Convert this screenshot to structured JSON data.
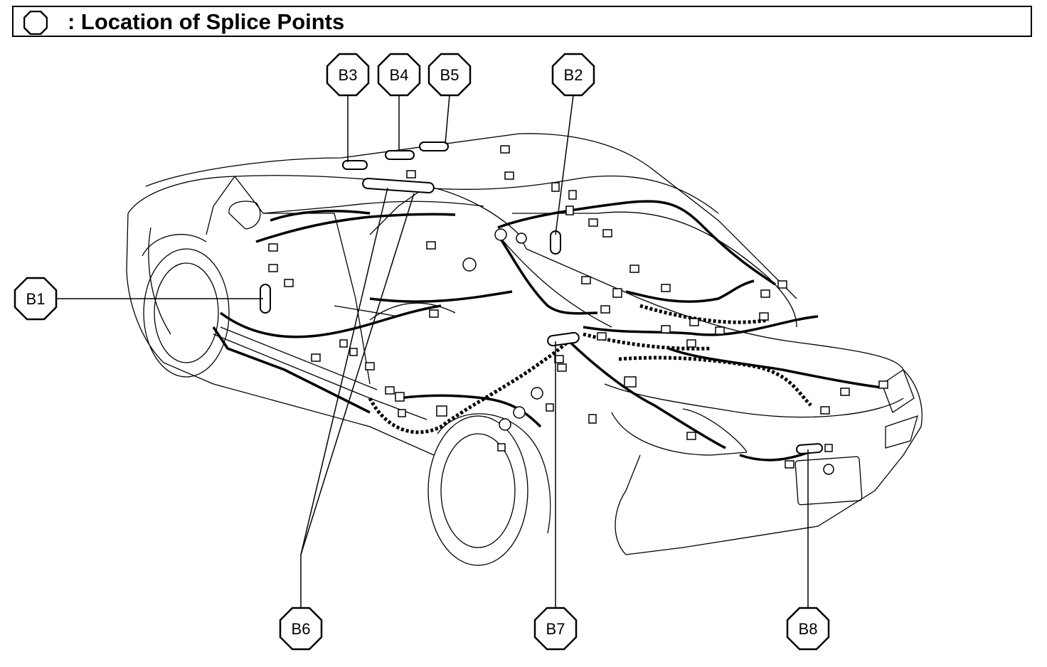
{
  "header": {
    "title": ": Location of Splice Points",
    "legend_icon": "octagon-icon"
  },
  "splice_points": [
    {
      "id": "b1",
      "label": "B1"
    },
    {
      "id": "b2",
      "label": "B2"
    },
    {
      "id": "b3",
      "label": "B3"
    },
    {
      "id": "b4",
      "label": "B4"
    },
    {
      "id": "b5",
      "label": "B5"
    },
    {
      "id": "b6",
      "label": "B6"
    },
    {
      "id": "b7",
      "label": "B7"
    },
    {
      "id": "b8",
      "label": "B8"
    }
  ],
  "colors": {
    "line": "#000000",
    "background": "#ffffff"
  }
}
